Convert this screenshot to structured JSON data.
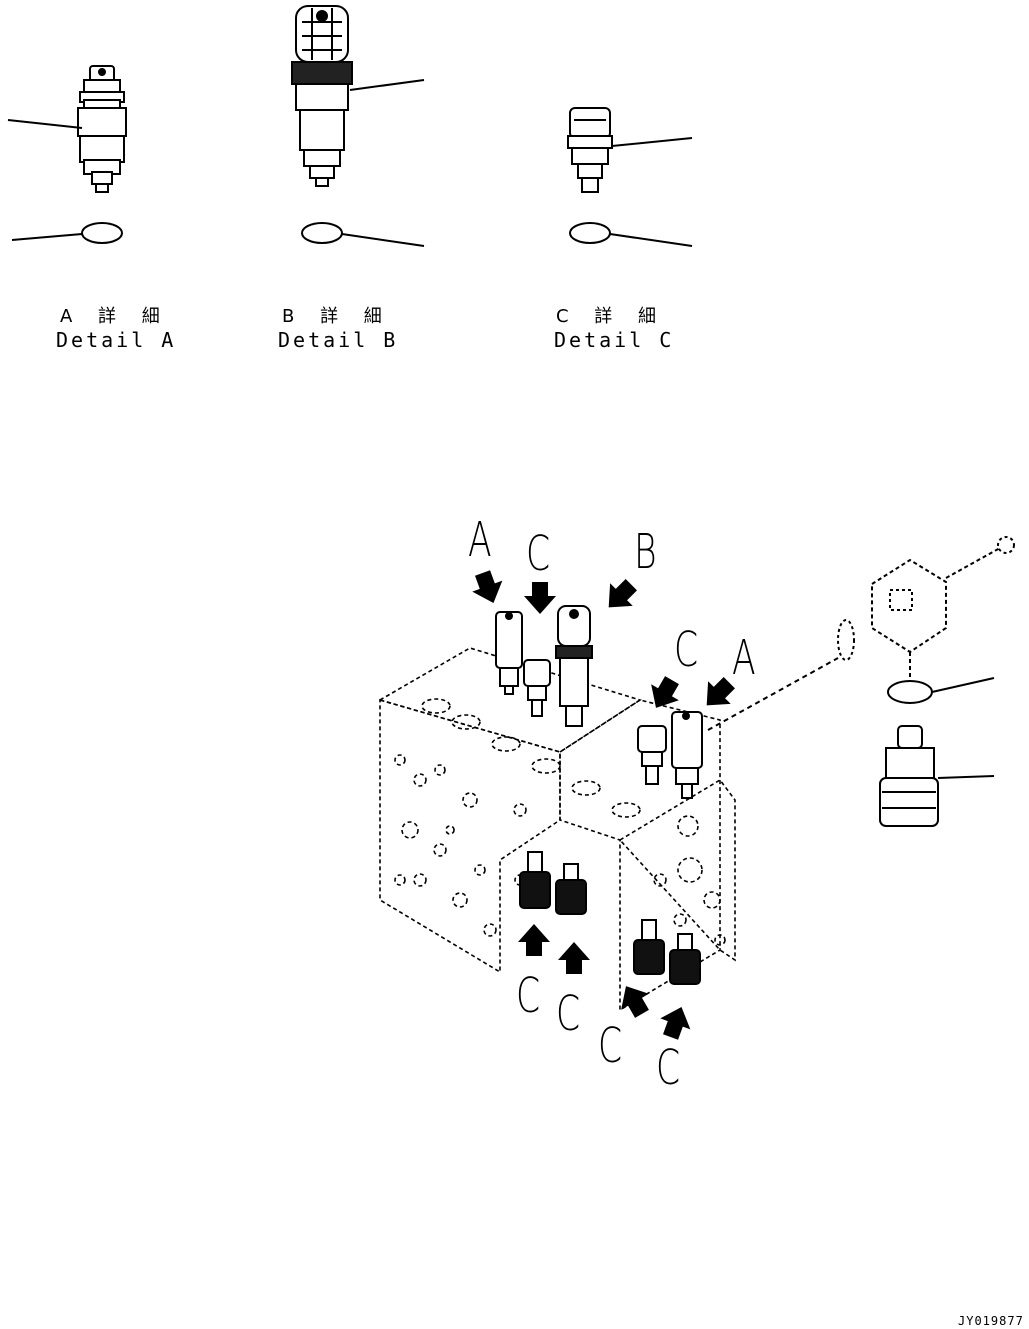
{
  "details": [
    {
      "jp": "A 詳 細",
      "en": "Detail A"
    },
    {
      "jp": "B 詳 細",
      "en": "Detail B"
    },
    {
      "jp": "C 詳 細",
      "en": "Detail C"
    }
  ],
  "callouts": {
    "a_top": "A",
    "c_top": "C",
    "b_top": "B",
    "c_mid": "C",
    "a_mid": "A",
    "c_low1": "C",
    "c_low2": "C",
    "c_low3": "C",
    "c_low4": "C"
  },
  "figure_code": "JY019877"
}
